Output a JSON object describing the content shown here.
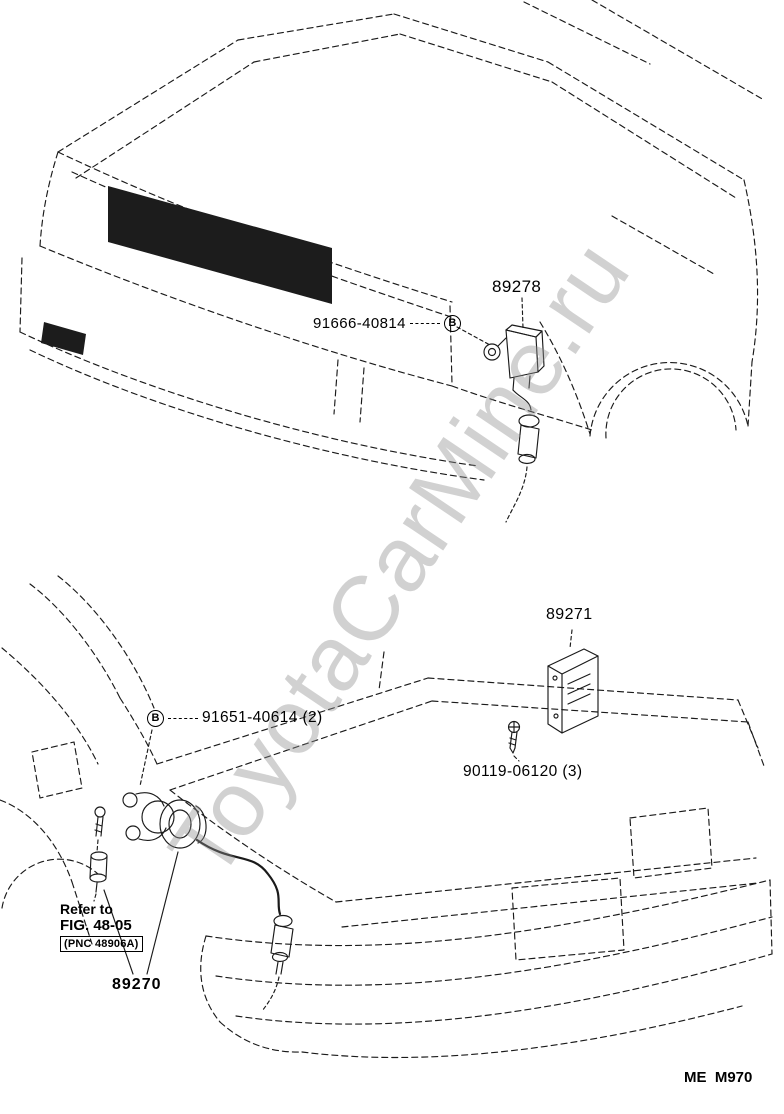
{
  "watermark": "ToyotaCarMine.ru",
  "footer": {
    "code": "ME  M970"
  },
  "front_section": {
    "part_number": "89278",
    "fastener_label": "91666-40814",
    "fastener_marker": "B"
  },
  "rear_section": {
    "ecu_part_number": "89271",
    "screw_label": "90119-06120 (3)",
    "fastener_label": "91651-40614 (2)",
    "fastener_marker": "B",
    "refer_line1": "Refer to",
    "refer_line2": "FIG. 48-05",
    "refer_line3": "(PNC 48906A)",
    "sensor_part_number": "89270"
  }
}
